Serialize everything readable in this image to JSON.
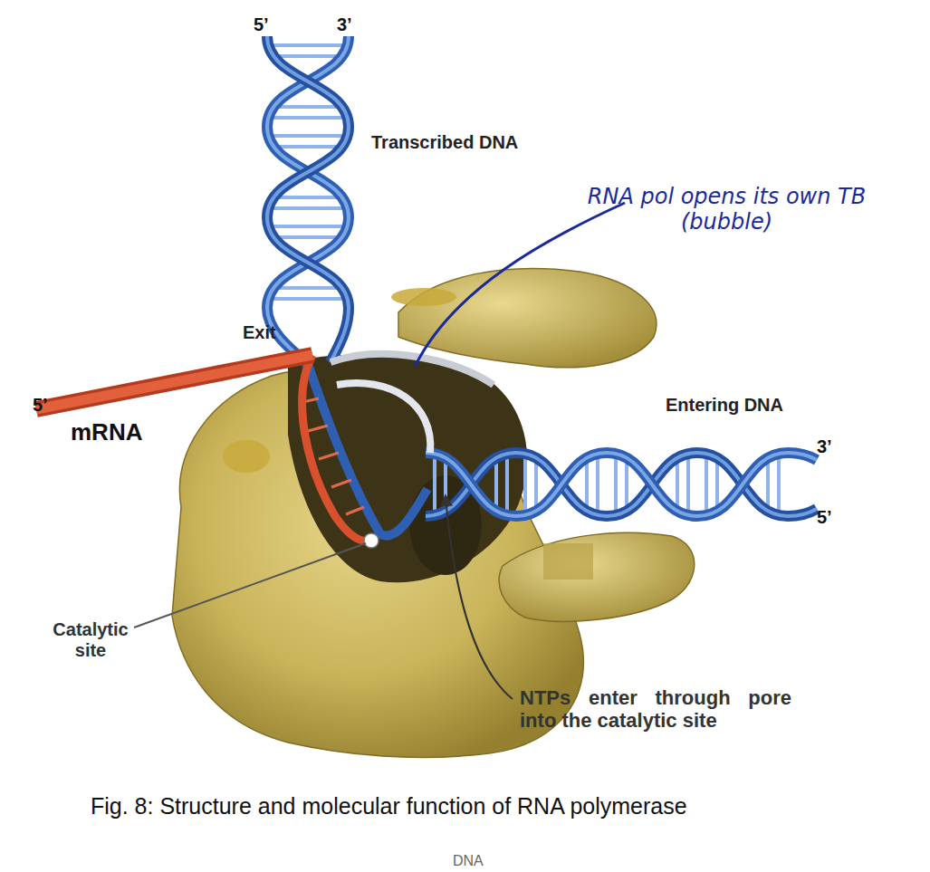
{
  "diagram": {
    "caption": "Fig. 8: Structure and molecular function of RNA polymerase",
    "labels": [
      "5’",
      "3’",
      "Transcribed DNA",
      "RNA pol opens its own TB (bubble)",
      "Exit",
      "5’",
      "mRNA",
      "Entering DNA",
      "3’",
      "5’",
      "Catalytic site",
      "NTPs enter through pore into the catalytic site",
      "DNA"
    ]
  }
}
